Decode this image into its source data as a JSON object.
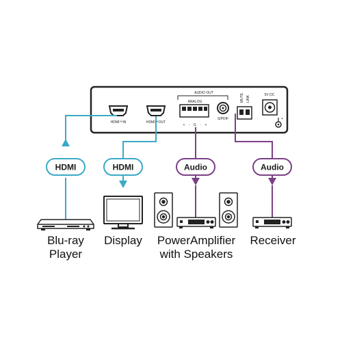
{
  "unit": {
    "audio_out_label": "AUDIO OUT",
    "analog_label": "ANALOG",
    "analog_pins": [
      "+",
      "-",
      "G",
      "-",
      "+"
    ],
    "hdmi_in_label": "HDMI™IN",
    "hdmi_out_label": "HDMI™OUT",
    "spdif_label": "S/PDIF",
    "mute_label": "MUTE",
    "link_label": "LINK",
    "power_label": "5V DC"
  },
  "pills": {
    "hdmi_in": "HDMI",
    "hdmi_out": "HDMI",
    "audio_analog": "Audio",
    "audio_spdif": "Audio"
  },
  "devices": {
    "bluray": [
      "Blu-ray",
      "Player"
    ],
    "display": [
      "Display"
    ],
    "amplifier": [
      "PowerAmplifier",
      "with Speakers"
    ],
    "receiver": [
      "Receiver"
    ]
  },
  "colors": {
    "hdmi_line": "#3aa9c6",
    "audio_line": "#7a3f86",
    "device_outline": "#222222"
  }
}
